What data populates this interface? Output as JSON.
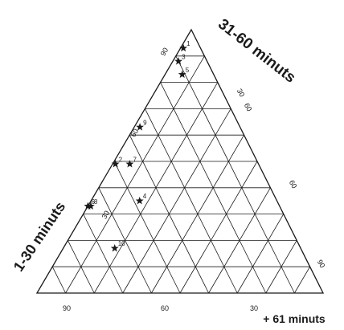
{
  "chart_data": {
    "type": "scatter",
    "subtype": "ternary",
    "axes": {
      "right_edge": {
        "title": "31-60 minuts",
        "ticks": [
          "90",
          "60",
          "30"
        ],
        "range": [
          0,
          100
        ]
      },
      "left_edge": {
        "title": "1-30 minuts",
        "ticks": [
          "60",
          "30"
        ],
        "range": [
          0,
          100
        ]
      },
      "bottom_edge": {
        "title": "+ 61 minuts",
        "ticks": [
          "90",
          "60",
          "30",
          "60",
          "90"
        ],
        "range": [
          0,
          100
        ]
      }
    },
    "grid": true,
    "grid_interval": 10,
    "marker": "star",
    "point_color": "#1a1a1a",
    "line_color": "#1a1a1a",
    "points": [
      {
        "label": "1",
        "pct_31_60": 93,
        "pct_1_30": 1,
        "pct_61_plus": 6
      },
      {
        "label": "3",
        "pct_31_60": 88,
        "pct_1_30": 2,
        "pct_61_plus": 10
      },
      {
        "label": "5",
        "pct_31_60": 83,
        "pct_1_30": 6,
        "pct_61_plus": 11
      },
      {
        "label": "9",
        "pct_31_60": 63,
        "pct_1_30": 2,
        "pct_61_plus": 35
      },
      {
        "label": "7",
        "pct_31_60": 49,
        "pct_1_30": 6,
        "pct_61_plus": 45
      },
      {
        "label": "2",
        "pct_31_60": 49,
        "pct_1_30": 1,
        "pct_61_plus": 50
      },
      {
        "label": "4",
        "pct_31_60": 35,
        "pct_1_30": 17,
        "pct_61_plus": 48
      },
      {
        "label": "6",
        "pct_31_60": 33,
        "pct_1_30": 0,
        "pct_61_plus": 67
      },
      {
        "label": "8",
        "pct_31_60": 33,
        "pct_1_30": 1,
        "pct_61_plus": 66
      },
      {
        "label": "10",
        "pct_31_60": 17,
        "pct_1_30": 18,
        "pct_61_plus": 65
      }
    ]
  }
}
